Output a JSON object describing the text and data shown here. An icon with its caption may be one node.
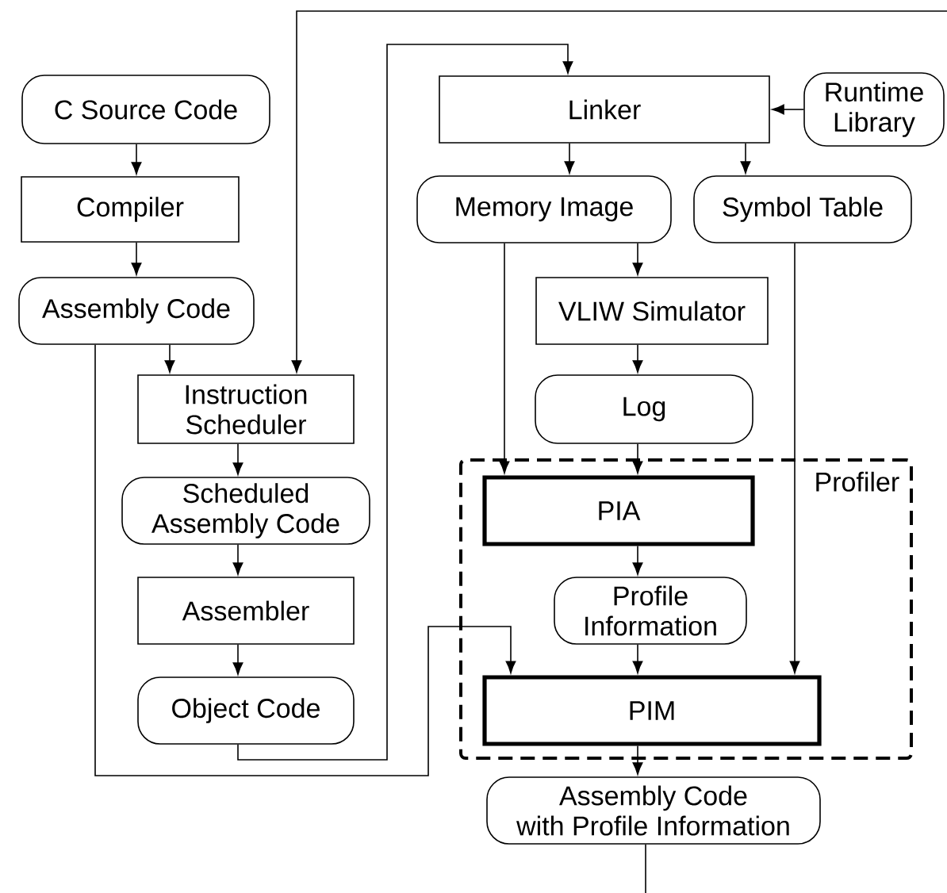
{
  "diagram": {
    "nodes": [
      {
        "text": [
          "C Source Code"
        ]
      },
      {
        "text": [
          "Compiler"
        ]
      },
      {
        "text": [
          "Assembly Code"
        ]
      },
      {
        "text": [
          "Instruction Scheduler"
        ]
      },
      {
        "text": [
          "Scheduled Assembly Code"
        ]
      },
      {
        "text": [
          "Assembler"
        ]
      },
      {
        "text": [
          "Object Code"
        ]
      },
      {
        "text": [
          "Linker"
        ]
      },
      {
        "text": [
          "Runtime Library"
        ]
      },
      {
        "text": [
          "Memory Image"
        ]
      },
      {
        "text": [
          "Symbol Table"
        ]
      },
      {
        "text": [
          "VLIW Simulator"
        ]
      },
      {
        "text": [
          "Log"
        ]
      },
      {
        "text": [
          "Profiler"
        ]
      },
      {
        "text": [
          "PIA"
        ],
        "in": 13
      },
      {
        "text": [
          "Profile Information"
        ],
        "in": 13
      },
      {
        "text": [
          "PIM"
        ],
        "in": 13
      },
      {
        "text": [
          "Assembly Code with Profile Information"
        ]
      }
    ],
    "edges": [
      {
        "from": 0,
        "to": 1,
        "arrow": "to"
      },
      {
        "from": 1,
        "to": 2,
        "arrow": "to"
      },
      {
        "from": 2,
        "to": 3,
        "arrow": "to"
      },
      {
        "from": 3,
        "to": 4,
        "arrow": "to"
      },
      {
        "from": 4,
        "to": 5,
        "arrow": "to"
      },
      {
        "from": 5,
        "to": 6,
        "arrow": "to"
      },
      {
        "from": 6,
        "to": 7,
        "arrow": "to"
      },
      {
        "from": 8,
        "to": 7,
        "arrow": "to"
      },
      {
        "from": 7,
        "to": 9,
        "arrow": "to"
      },
      {
        "from": 7,
        "to": 10,
        "arrow": "to"
      },
      {
        "from": 9,
        "to": 11,
        "arrow": "to"
      },
      {
        "from": 9,
        "to": 14,
        "arrow": "to"
      },
      {
        "from": 10,
        "to": 16,
        "arrow": "to"
      },
      {
        "from": 11,
        "to": 12,
        "arrow": "to"
      },
      {
        "from": 12,
        "to": 14,
        "arrow": "to"
      },
      {
        "from": 14,
        "to": 15,
        "arrow": "to"
      },
      {
        "from": 15,
        "to": 16,
        "arrow": "to"
      },
      {
        "from": 16,
        "to": 17,
        "arrow": "to"
      },
      {
        "from": 2,
        "to": 16,
        "arrow": "to"
      },
      {
        "from": 17,
        "to": 3,
        "arrow": "to"
      }
    ]
  }
}
